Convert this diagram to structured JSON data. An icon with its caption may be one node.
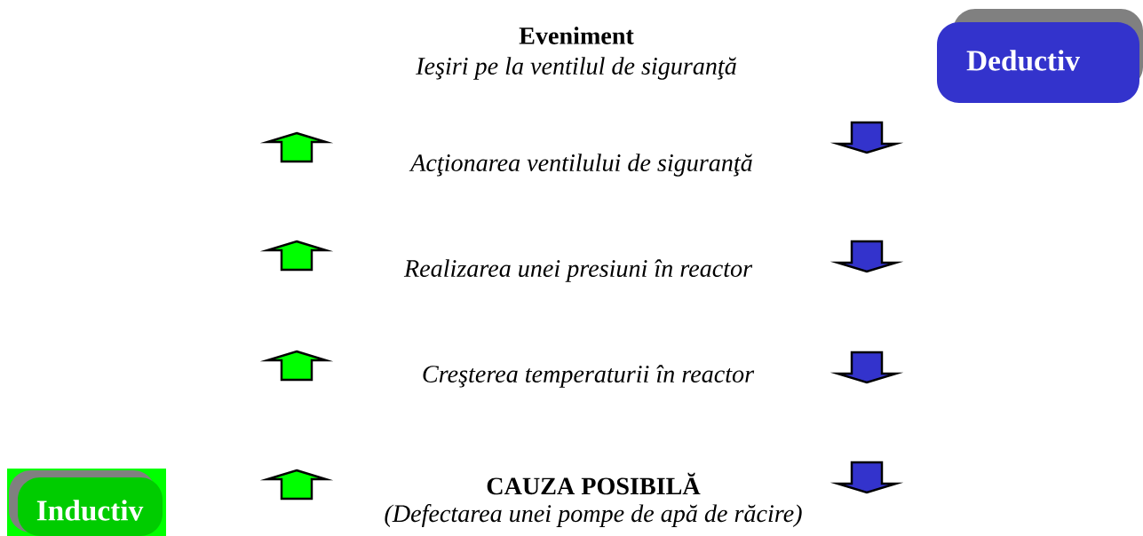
{
  "diagram": {
    "nodes": [
      {
        "text": [
          "Deductiv"
        ]
      },
      {
        "text": [
          "Inductiv"
        ]
      }
    ],
    "labels": [
      "Eveniment",
      "Ieşiri pe la ventilul de siguranţă",
      "Acţionarea ventilului de siguranţă",
      "Realizarea unei presiuni în reactor",
      "Creşterea temperaturii în reactor",
      "CAUZA POSIBILĂ",
      "(Defectarea unei pompe de apă de răcire)"
    ]
  }
}
